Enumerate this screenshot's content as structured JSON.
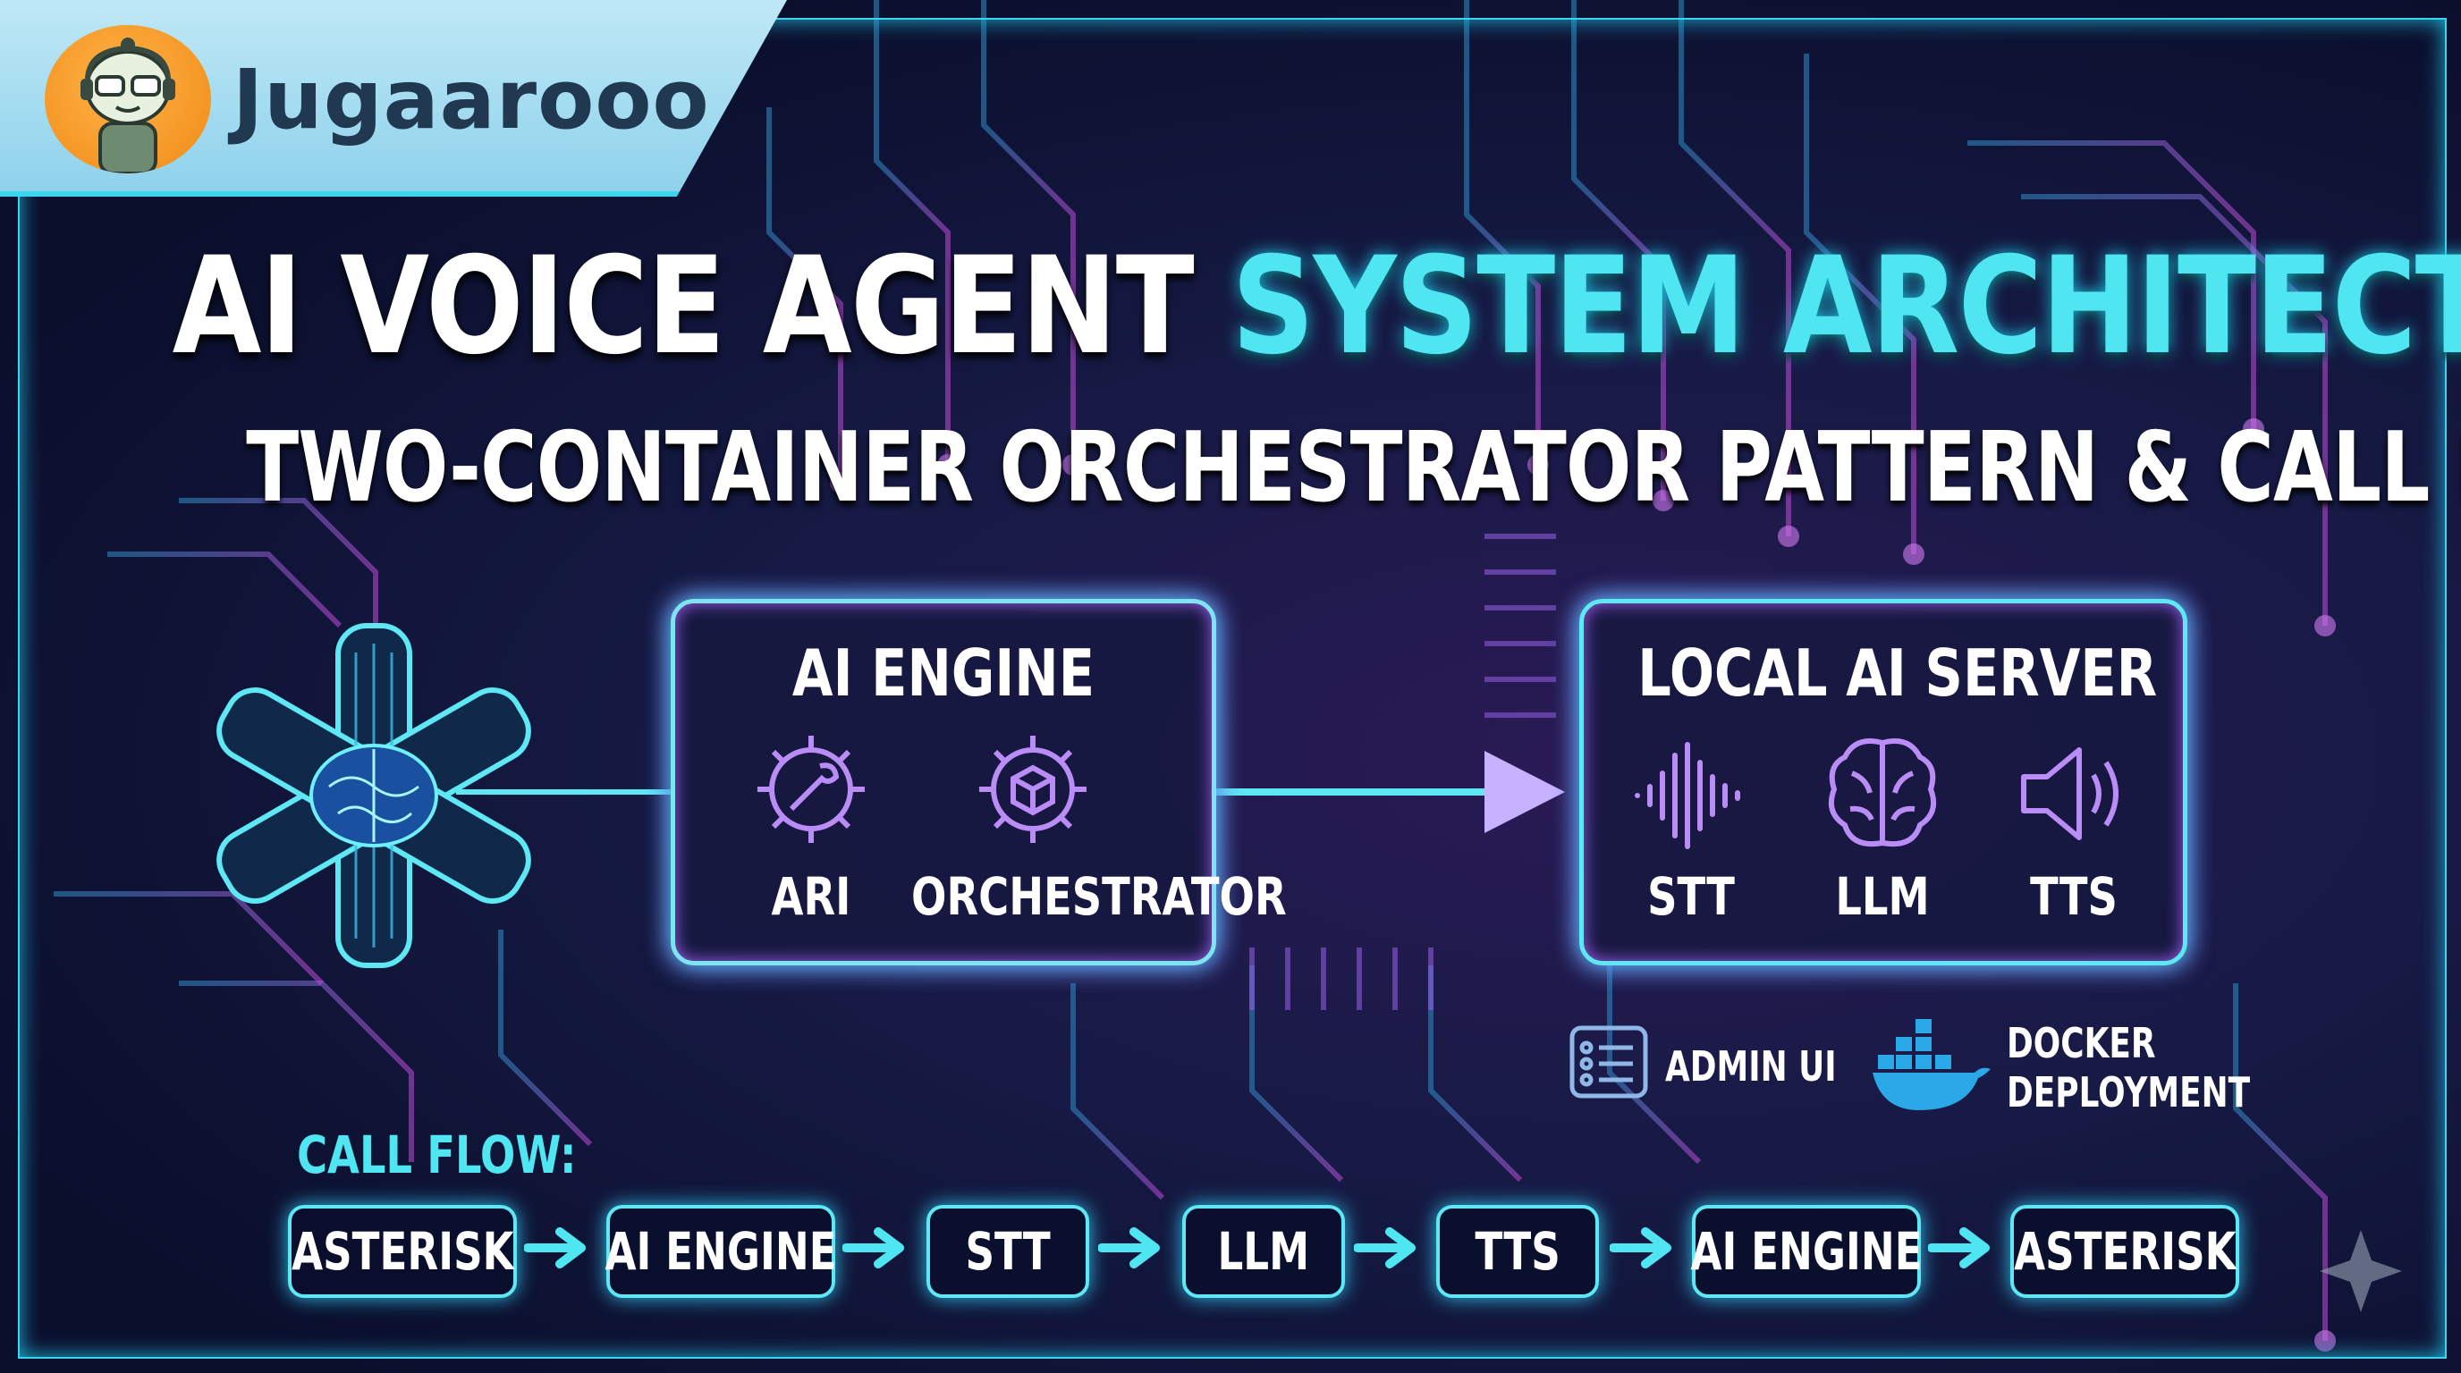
{
  "brand": {
    "name": "Jugaarooo",
    "icon": "robot-mascot-icon"
  },
  "title": {
    "line1_part1": "AI VOICE AGENT",
    "line1_part2": "SYSTEM ARCHITECTURE",
    "line2": "TWO-CONTAINER ORCHESTRATOR PATTERN & CALL FLOW"
  },
  "asterisk_node": {
    "icon": "asterisk-brain-icon"
  },
  "ai_engine": {
    "title": "AI ENGINE",
    "components": [
      {
        "label": "ARI",
        "icon": "gear-wrench-icon"
      },
      {
        "label": "ORCHESTRATOR",
        "icon": "gear-cube-icon"
      }
    ]
  },
  "local_ai_server": {
    "title": "LOCAL AI SERVER",
    "components": [
      {
        "label": "STT",
        "icon": "sound-wave-icon"
      },
      {
        "label": "LLM",
        "icon": "brain-icon"
      },
      {
        "label": "TTS",
        "icon": "speaker-icon"
      }
    ]
  },
  "extras": {
    "admin_ui": "ADMIN UI",
    "docker_line1": "DOCKER",
    "docker_line2": "DEPLOYMENT"
  },
  "call_flow": {
    "label": "CALL FLOW:",
    "steps": [
      "ASTERISK",
      "AI ENGINE",
      "STT",
      "LLM",
      "TTS",
      "AI ENGINE",
      "ASTERISK"
    ]
  },
  "colors": {
    "accent": "#4fe6f2",
    "glow_purple": "#a060f0",
    "background": "#0b1130",
    "brand_bg": "#a8dcf0"
  }
}
